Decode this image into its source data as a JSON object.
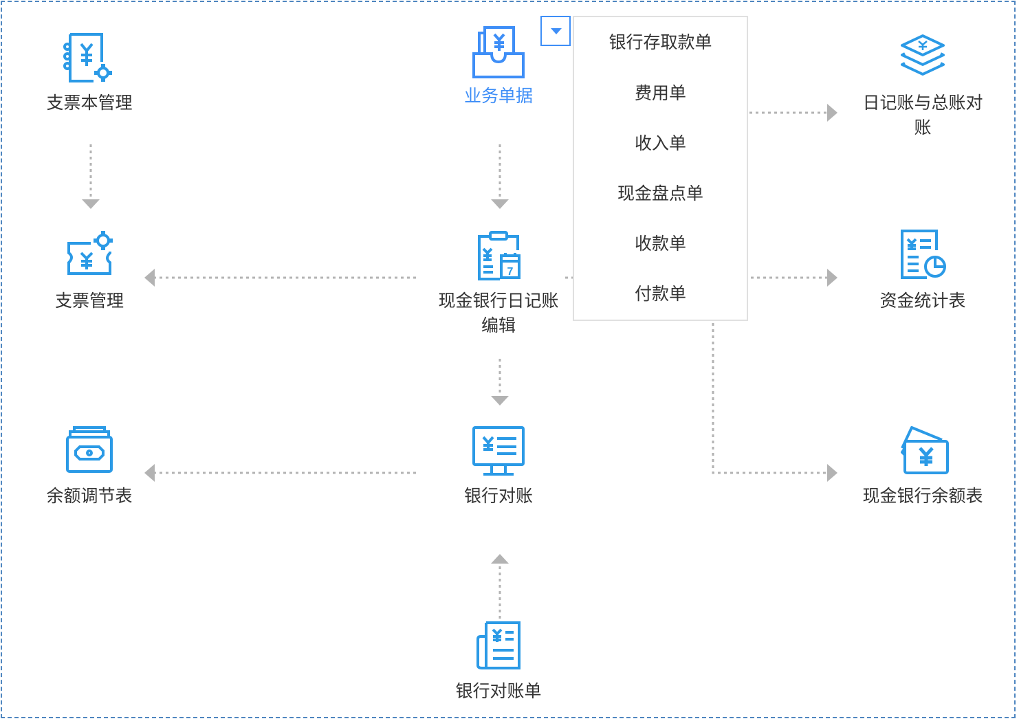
{
  "colors": {
    "accent": "#3e8ef7",
    "icon": "#2b9ae6",
    "connector": "#b3b3b3",
    "frame": "#4f86c0",
    "text": "#333333"
  },
  "nodes": {
    "checkbook_mgmt": {
      "label": "支票本管理",
      "icon": "notebook-yuan-gear-icon"
    },
    "business_docs": {
      "label": "业务单据",
      "icon": "inbox-yuan-icon"
    },
    "journal_ledger_reconcile": {
      "label": "日记账与总账对账",
      "icon": "layers-yuan-icon"
    },
    "check_mgmt": {
      "label": "支票管理",
      "icon": "ticket-yuan-gear-icon"
    },
    "cash_bank_journal_edit": {
      "label": "现金银行日记账编辑",
      "icon": "clipboard-calendar-icon"
    },
    "fund_statistics": {
      "label": "资金统计表",
      "icon": "report-pie-icon"
    },
    "balance_adjustment": {
      "label": "余额调节表",
      "icon": "cash-stack-icon"
    },
    "bank_reconcile": {
      "label": "银行对账",
      "icon": "monitor-yuan-icon"
    },
    "cash_bank_balance": {
      "label": "现金银行余额表",
      "icon": "wallet-yuan-icon"
    },
    "bank_statement": {
      "label": "银行对账单",
      "icon": "newspaper-yuan-icon"
    }
  },
  "dropdown": {
    "icon": "caret-down-icon",
    "expanded": true,
    "items": [
      {
        "label": "银行存取款单"
      },
      {
        "label": "费用单"
      },
      {
        "label": "收入单"
      },
      {
        "label": "现金盘点单"
      },
      {
        "label": "收款单"
      },
      {
        "label": "付款单"
      }
    ]
  }
}
